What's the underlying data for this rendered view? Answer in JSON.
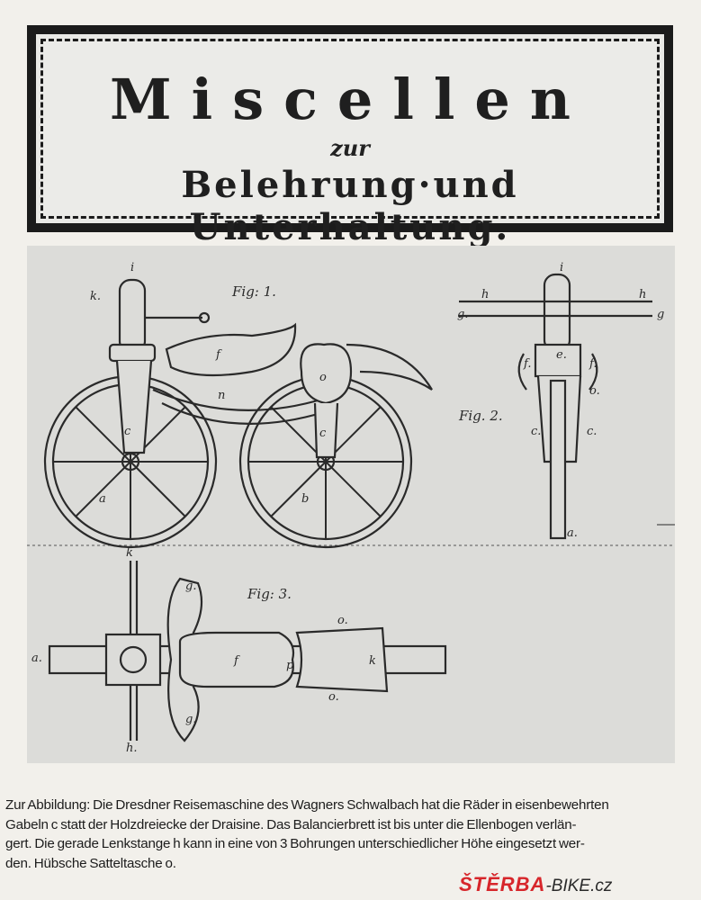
{
  "banner": {
    "title": "Miscellen",
    "subtitle": "zur",
    "line2": "Belehrung·und Unterhaltung."
  },
  "figures": {
    "fig1": "Fig: 1.",
    "fig2": "Fig. 2.",
    "fig3": "Fig: 3."
  },
  "caption": {
    "lines": [
      "Zur Abbildung: Die Dresdner Reisemaschine des Wagners Schwalbach hat die Räder in eisenbewehrten",
      "Gabeln c statt der Holzdreiecke der Draisine. Das Balancierbrett ist bis unter die Ellenbogen verlän-",
      "gert. Die gerade Lenkstange h kann in eine von 3 Bohrungen unterschiedlicher Höhe eingesetzt wer-",
      "den. Hübsche Satteltasche o."
    ]
  },
  "watermark": {
    "brand": "ŠTĚRBA",
    "suffix": "-BIKE.cz"
  },
  "colors": {
    "brand_red": "#d7262b",
    "ink": "#1f1f1f",
    "paper": "#dcdcd9"
  }
}
